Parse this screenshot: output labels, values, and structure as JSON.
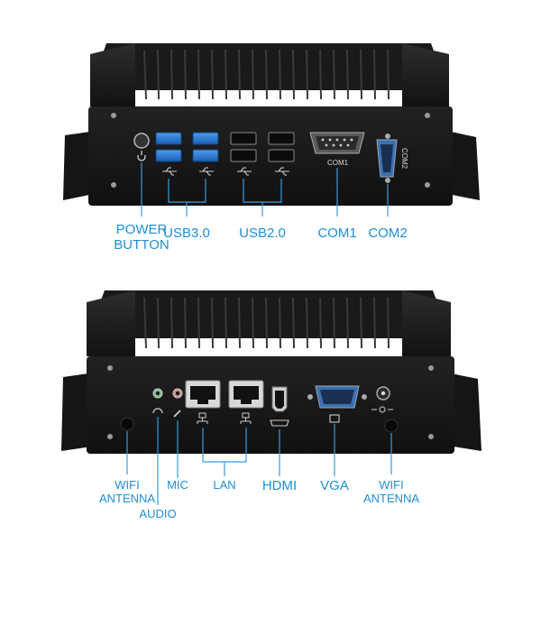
{
  "top_unit": {
    "port_labels": {
      "com1": "COM1",
      "com2": "COM2"
    },
    "callouts": {
      "power_line1": "POWER",
      "power_line2": "BUTTON",
      "usb3": "USB3.0",
      "usb2": "USB2.0",
      "com1": "COM1",
      "com2": "COM2"
    }
  },
  "bottom_unit": {
    "callouts": {
      "wifi_left_line1": "WIFI",
      "wifi_left_line2": "ANTENNA",
      "audio": "AUDIO",
      "mic": "MIC",
      "lan": "LAN",
      "hdmi": "HDMI",
      "vga": "VGA",
      "wifi_right_line1": "WIFI",
      "wifi_right_line2": "ANTENNA"
    }
  },
  "colors": {
    "callout_text": "#1e8fd6",
    "callout_line": "#3a9be0",
    "chassis": "#1b1b1b",
    "usb3_port": "#2f7fd9"
  }
}
